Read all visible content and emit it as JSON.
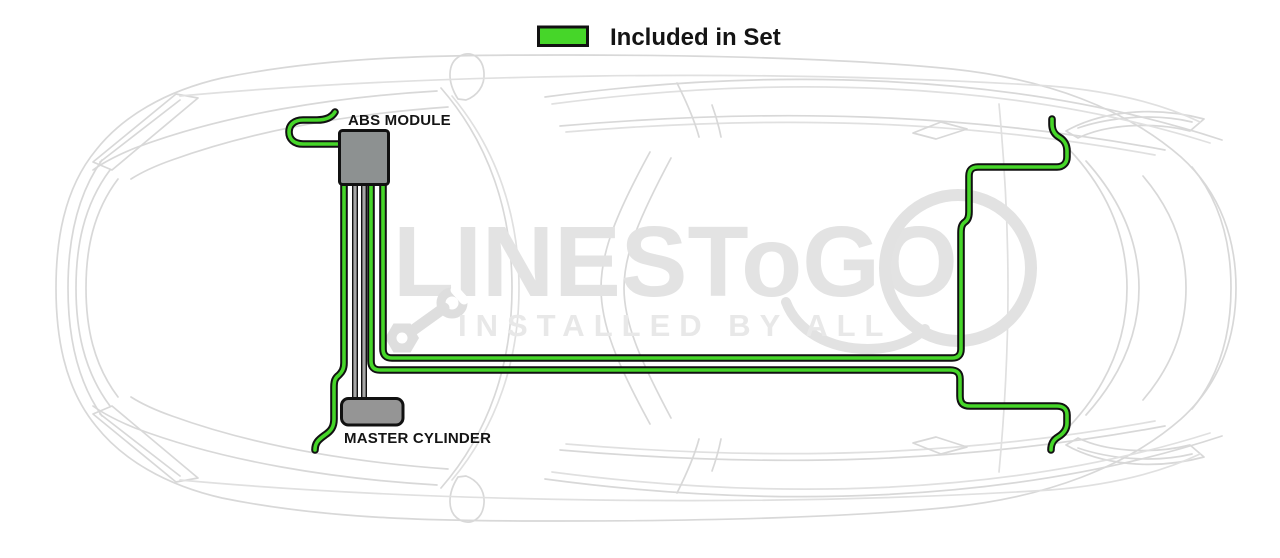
{
  "legend": {
    "label": "Included in Set"
  },
  "labels": {
    "abs_module": "ABS MODULE",
    "master_cylinder": "MASTER CYLINDER"
  },
  "watermark": {
    "logo": "LINESToGO",
    "tagline": "INSTALLED BY ALL"
  },
  "colors": {
    "included_green": "#46d629",
    "tube_outline_black": "#111111",
    "abs_module_fill": "#8d9191",
    "master_cylinder_fill": "#959595",
    "master_cylinder_line_gray": "#a6a6a6",
    "car_outline_gray": "#d8d8d8",
    "watermark_gray": "#e3e3e3"
  },
  "lines": [
    {
      "name": "abs-inlet-line",
      "included": true
    },
    {
      "name": "front-left-line",
      "included": true
    },
    {
      "name": "rear-upper-line",
      "included": true
    },
    {
      "name": "rear-lower-line",
      "included": true
    },
    {
      "name": "master-cylinder-to-abs-lines",
      "included": false
    }
  ]
}
